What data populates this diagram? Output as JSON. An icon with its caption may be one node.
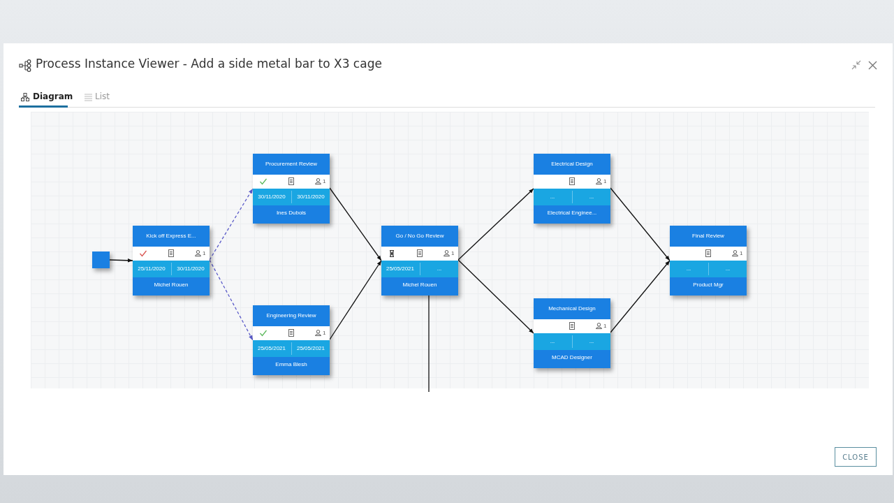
{
  "diagram": {
    "title": "Process Instance Viewer - Add a side metal bar to X3 cage",
    "nodes": [
      {
        "text": [],
        "shape": "box"
      },
      {
        "text": [
          "Kick off Express E...",
          "1",
          "25/11/2020",
          "30/11/2020",
          "Michel Rouen"
        ]
      },
      {
        "text": [
          "Procurement Review",
          "1",
          "30/11/2020",
          "30/11/2020",
          "Ines Dubois"
        ]
      },
      {
        "text": [
          "Engineering Review",
          "1",
          "25/05/2021",
          "25/05/2021",
          "Emma Blesh"
        ]
      },
      {
        "text": [
          "Go / No Go Review",
          "1",
          "25/05/2021",
          "...",
          "Michel Rouen"
        ]
      },
      {
        "text": [
          "Electrical Design",
          "1",
          "...",
          "...",
          "Electrical Enginee..."
        ]
      },
      {
        "text": [
          "Mechanical Design",
          "1",
          "...",
          "...",
          "MCAD Designer"
        ]
      },
      {
        "text": [
          "Final Review",
          "1",
          "...",
          "...",
          "Product Mgr"
        ]
      }
    ],
    "edges": [
      {
        "from": 0,
        "to": 1,
        "arrow": "to"
      },
      {
        "from": 1,
        "to": 2,
        "arrow": "to",
        "style": "dashed",
        "color": "#5a5ac8"
      },
      {
        "from": 1,
        "to": 3,
        "arrow": "to",
        "style": "dashed",
        "color": "#5a5ac8"
      },
      {
        "from": 2,
        "to": 4,
        "arrow": "to"
      },
      {
        "from": 3,
        "to": 4,
        "arrow": "to"
      },
      {
        "from": 4,
        "to": 5,
        "arrow": "to"
      },
      {
        "from": 4,
        "to": 6,
        "arrow": "to"
      },
      {
        "from": 5,
        "to": 7,
        "arrow": "to"
      },
      {
        "from": 6,
        "to": 7,
        "arrow": "to"
      },
      {
        "from": 4,
        "to": null,
        "arrow": "none"
      }
    ],
    "labels": [
      "Diagram",
      "List",
      "CLOSE"
    ]
  }
}
